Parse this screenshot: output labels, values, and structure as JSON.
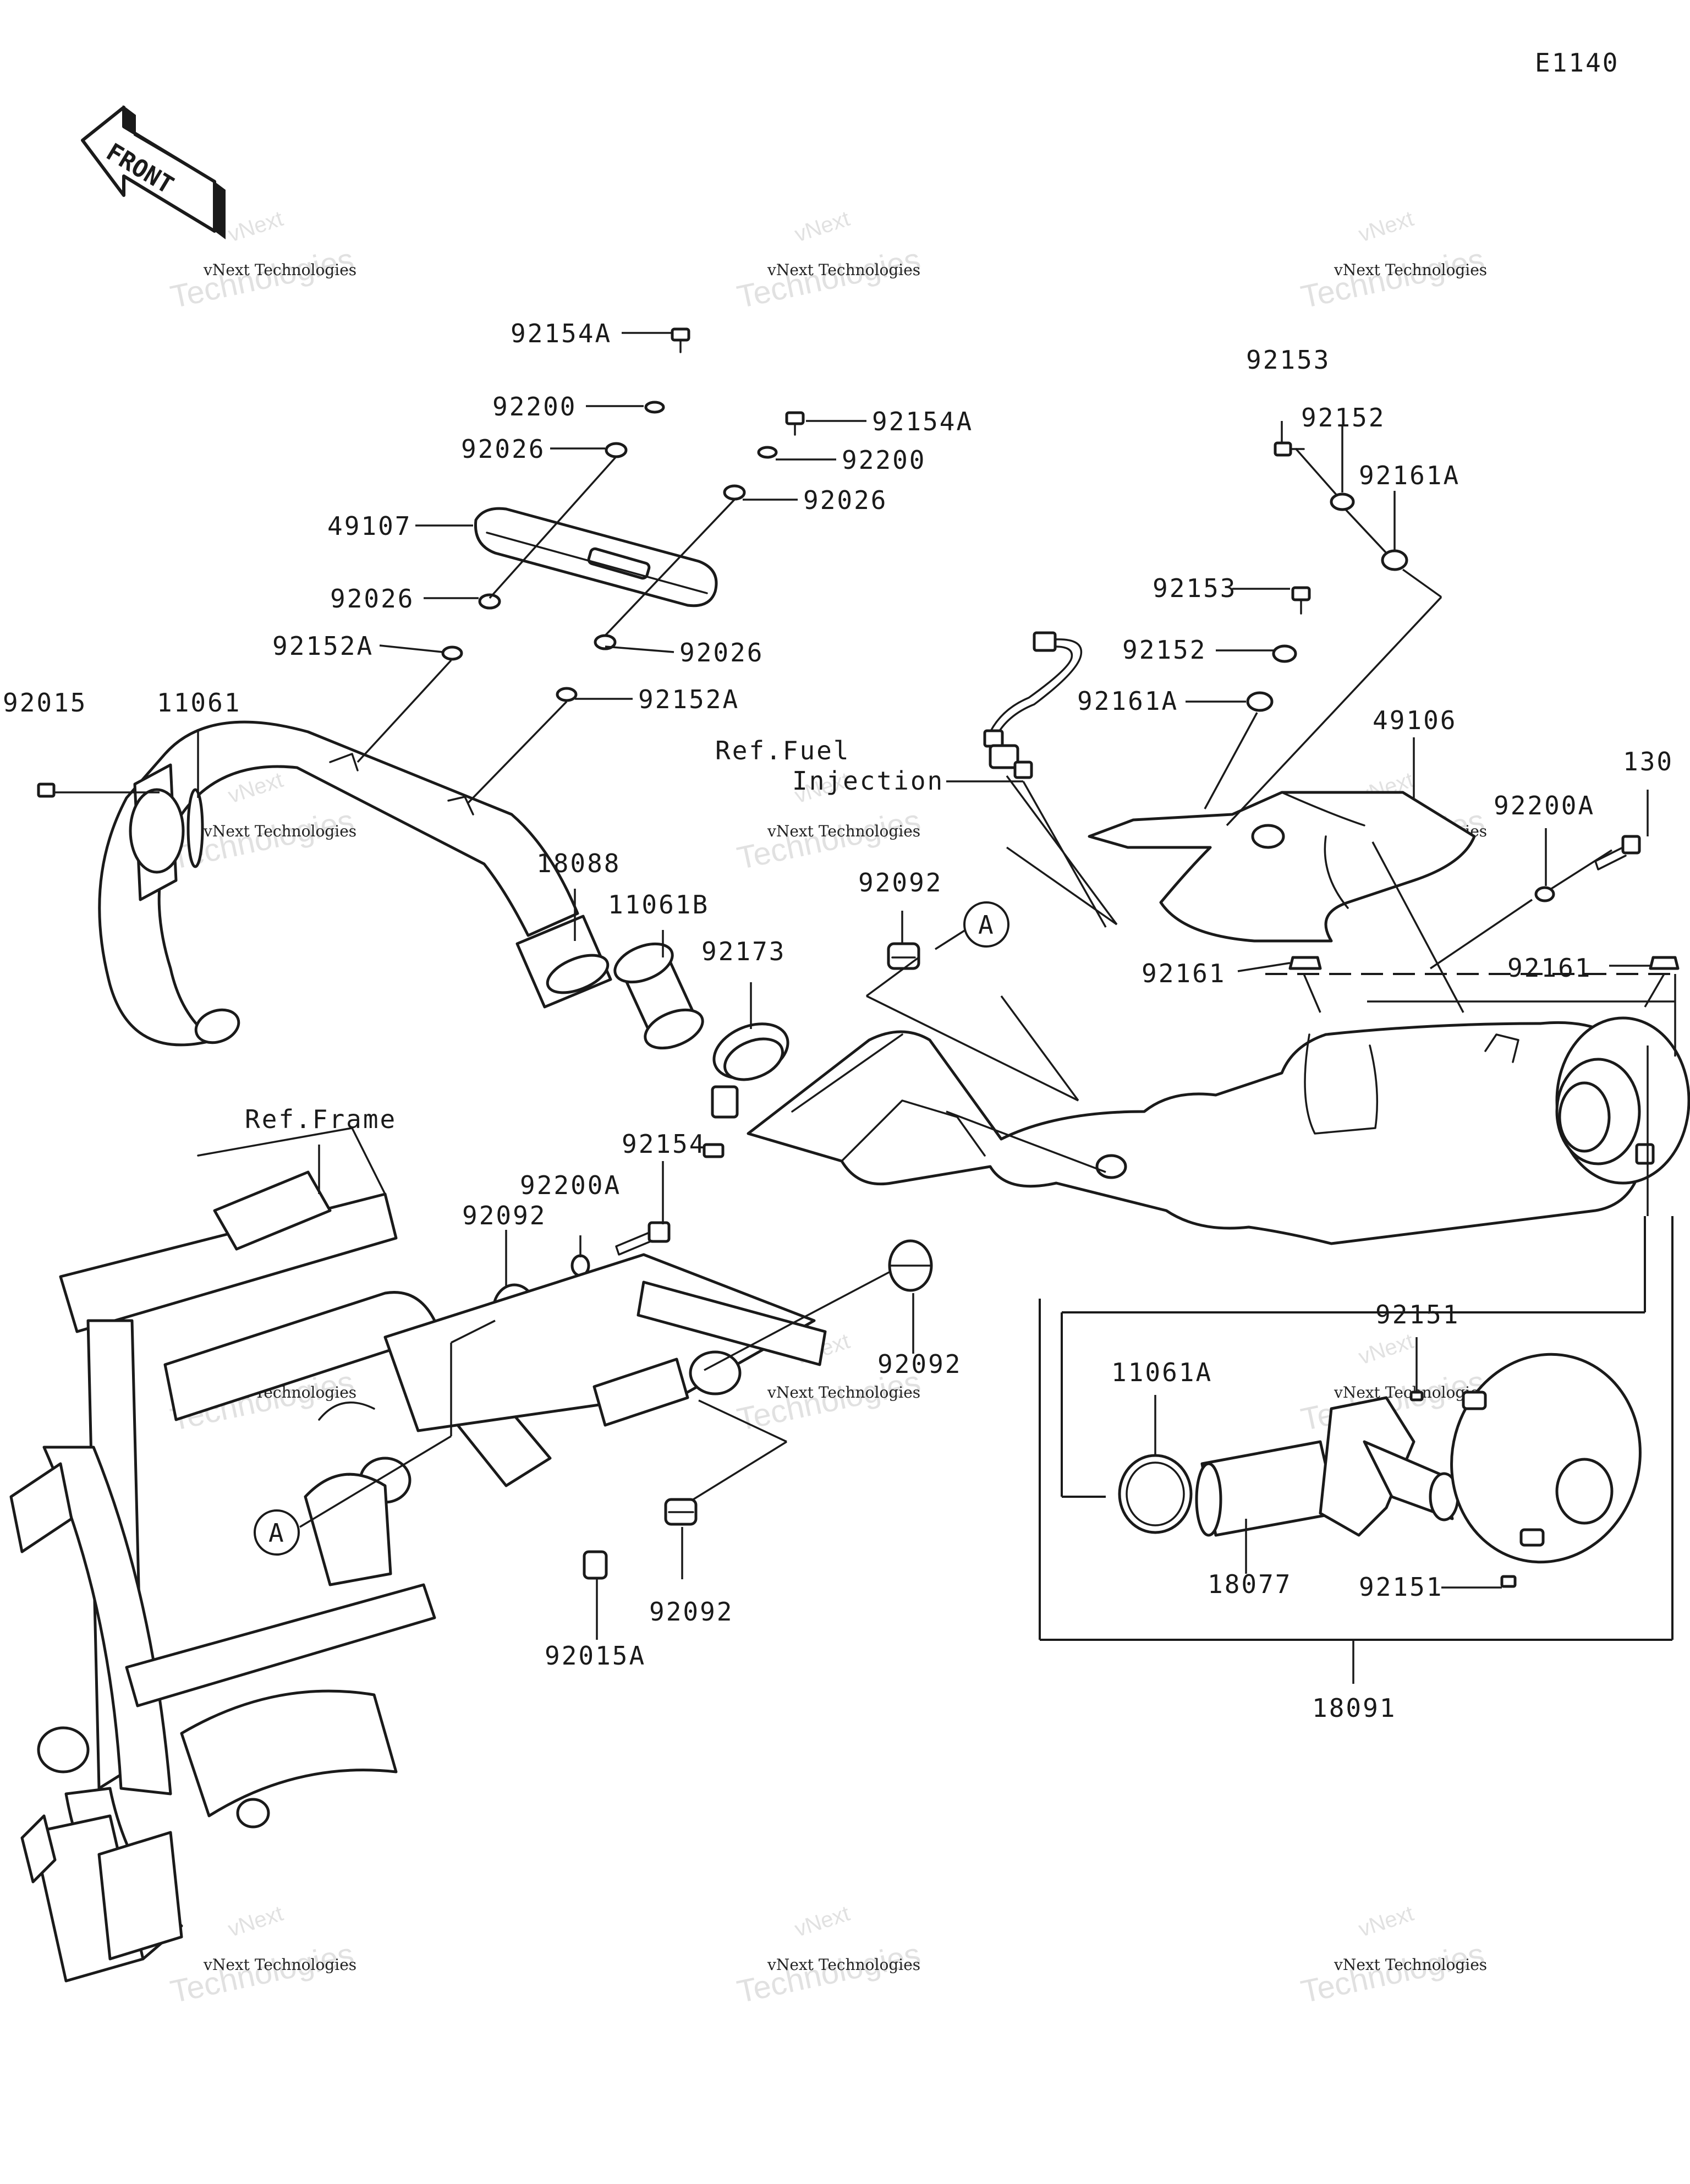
{
  "diagram_code": "E1140",
  "front_label": "FRONT",
  "reference_labels": {
    "fuel_injection_line1": "Ref.Fuel",
    "fuel_injection_line2": "Injection",
    "frame": "Ref.Frame"
  },
  "callout_marker": "A",
  "watermark": {
    "line1": "vNext Technologies",
    "line2": "Technologies",
    "line3": "vNext"
  },
  "part_numbers": {
    "p92154A_top": "92154A",
    "p92200_top": "92200",
    "p92026_top": "92026",
    "p49107": "49107",
    "p92026_lower_left": "92026",
    "p92152A_left": "92152A",
    "p92154A_right": "92154A",
    "p92200_right": "92200",
    "p92026_right": "92026",
    "p92026_lower_right": "92026",
    "p92152A_right": "92152A",
    "p92015": "92015",
    "p11061": "11061",
    "p18088": "18088",
    "p11061B": "11061B",
    "p92173": "92173",
    "p92092_upper": "92092",
    "p92153_top": "92153",
    "p92152_top": "92152",
    "p92161A_top": "92161A",
    "p92153_mid": "92153",
    "p92152_mid": "92152",
    "p92161A_mid": "92161A",
    "p49106": "49106",
    "p130": "130",
    "p92200A_right": "92200A",
    "p92161_left": "92161",
    "p92161_right": "92161",
    "p92154_mid": "92154",
    "p92200A_mid": "92200A",
    "p92092_left": "92092",
    "p92092_right": "92092",
    "p92092_bottom": "92092",
    "p92015A": "92015A",
    "p92151_top": "92151",
    "p11061A": "11061A",
    "p18077": "18077",
    "p92151_bottom": "92151",
    "p18091": "18091"
  }
}
